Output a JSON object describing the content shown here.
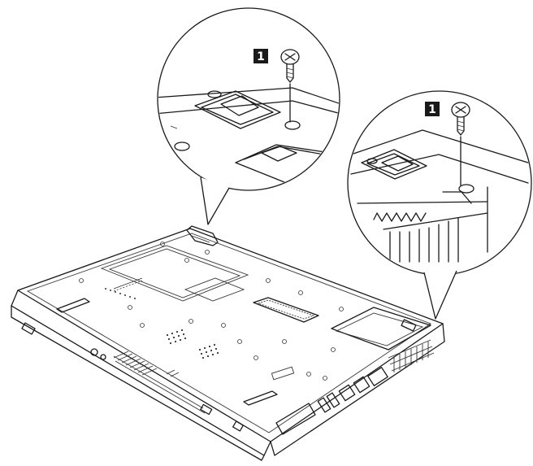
{
  "callouts": [
    {
      "label": "1",
      "part": "screw"
    },
    {
      "label": "1",
      "part": "screw"
    }
  ],
  "colors": {
    "line": "#1a1a1a",
    "background": "#ffffff",
    "callout_box": "#111111"
  }
}
